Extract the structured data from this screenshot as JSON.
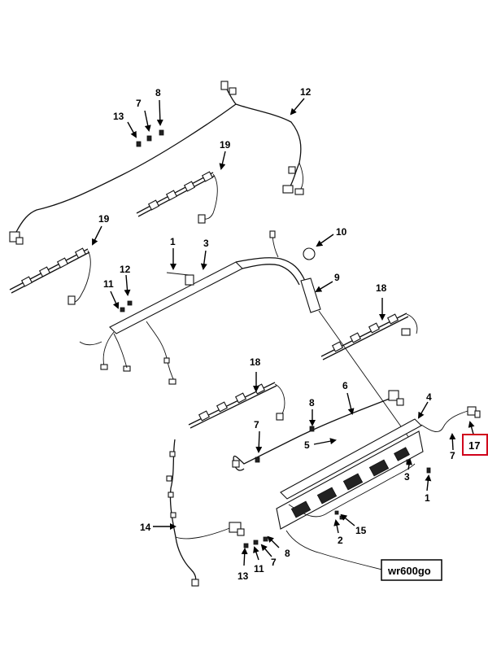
{
  "diagram": {
    "reference_code": "wr600go",
    "highlighted_callout": "17",
    "colors": {
      "line": "#111111",
      "highlight": "#d0021b",
      "background": "#ffffff"
    },
    "callouts": [
      {
        "id": "c12a",
        "text": "12"
      },
      {
        "id": "c13a",
        "text": "13"
      },
      {
        "id": "c7a",
        "text": "7"
      },
      {
        "id": "c8a",
        "text": "8"
      },
      {
        "id": "c19a",
        "text": "19"
      },
      {
        "id": "c19b",
        "text": "19"
      },
      {
        "id": "c1a",
        "text": "1"
      },
      {
        "id": "c3a",
        "text": "3"
      },
      {
        "id": "c10",
        "text": "10"
      },
      {
        "id": "c12b",
        "text": "12"
      },
      {
        "id": "c11a",
        "text": "11"
      },
      {
        "id": "c9",
        "text": "9"
      },
      {
        "id": "c18a",
        "text": "18"
      },
      {
        "id": "c18b",
        "text": "18"
      },
      {
        "id": "c6",
        "text": "6"
      },
      {
        "id": "c4",
        "text": "4"
      },
      {
        "id": "c8b",
        "text": "8"
      },
      {
        "id": "c7b",
        "text": "7"
      },
      {
        "id": "c5",
        "text": "5"
      },
      {
        "id": "c7c",
        "text": "7"
      },
      {
        "id": "c3b",
        "text": "3"
      },
      {
        "id": "c1b",
        "text": "1"
      },
      {
        "id": "c14",
        "text": "14"
      },
      {
        "id": "c15",
        "text": "15"
      },
      {
        "id": "c2",
        "text": "2"
      },
      {
        "id": "c8c",
        "text": "8"
      },
      {
        "id": "c7d",
        "text": "7"
      },
      {
        "id": "c11b",
        "text": "11"
      },
      {
        "id": "c13b",
        "text": "13"
      }
    ]
  }
}
